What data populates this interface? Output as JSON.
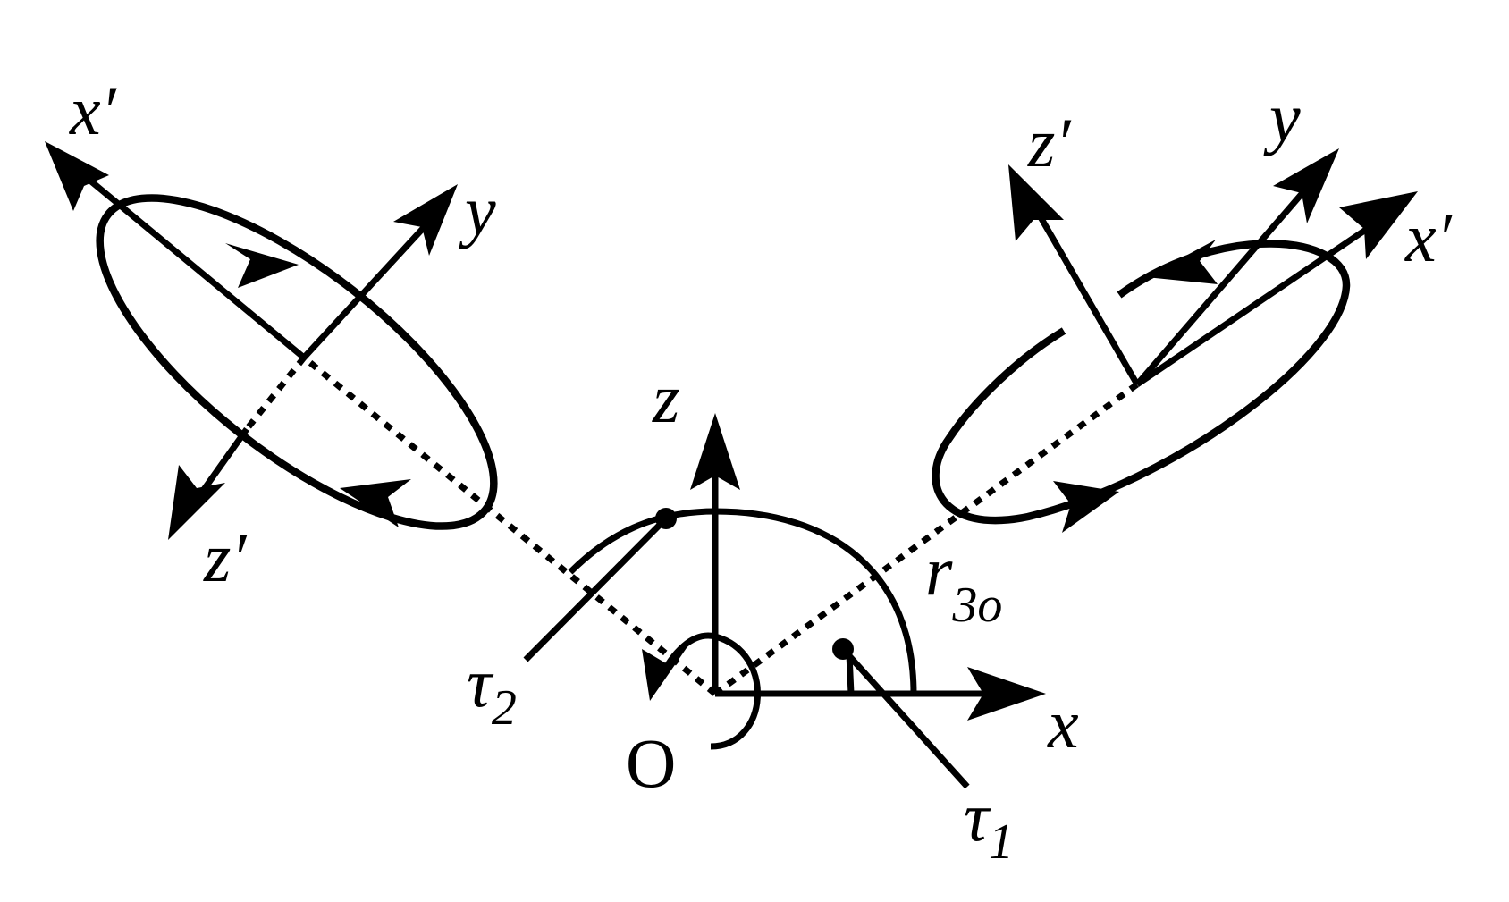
{
  "diagram": {
    "origin_label": "O",
    "axes": {
      "x": "x",
      "z": "z"
    },
    "radius_label": {
      "main": "r",
      "subscript": "3o"
    },
    "torques": [
      {
        "main": "τ",
        "subscript": "1"
      },
      {
        "main": "τ",
        "subscript": "2"
      }
    ],
    "left_body": {
      "x_prime": "x′",
      "y": "y",
      "z_prime": "z′"
    },
    "right_body": {
      "x_prime": "x′",
      "y": "y",
      "z_prime": "z′"
    }
  }
}
